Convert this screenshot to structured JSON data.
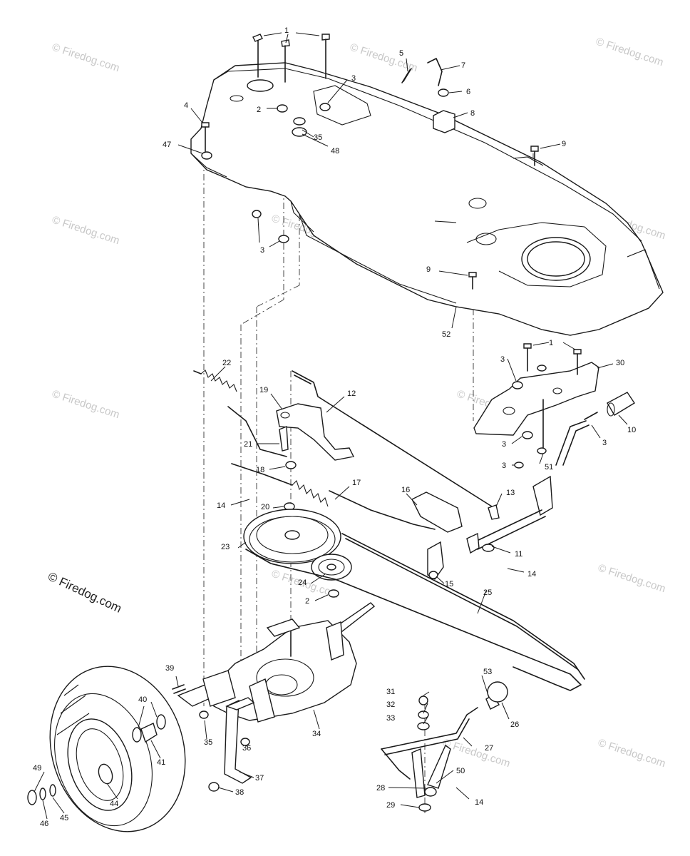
{
  "watermark": "© Firedog.com",
  "copyright": "© Firedog.com",
  "labels": {
    "n1a": "1",
    "n1b": "1",
    "n2a": "2",
    "n2b": "2",
    "n3a": "3",
    "n3b": "3",
    "n3c": "3",
    "n3d": "3",
    "n3e": "3",
    "n4": "4",
    "n5": "5",
    "n6": "6",
    "n7": "7",
    "n8": "8",
    "n9a": "9",
    "n9b": "9",
    "n10": "10",
    "n11": "11",
    "n12": "12",
    "n13": "13",
    "n14a": "14",
    "n14b": "14",
    "n14c": "14",
    "n15": "15",
    "n16": "16",
    "n17": "17",
    "n18": "18",
    "n19": "19",
    "n20": "20",
    "n21": "21",
    "n22": "22",
    "n23": "23",
    "n24": "24",
    "n25": "25",
    "n26": "26",
    "n27": "27",
    "n28": "28",
    "n29": "29",
    "n30": "30",
    "n31": "31",
    "n32": "32",
    "n33": "33",
    "n34": "34",
    "n35a": "35",
    "n35b": "35",
    "n36": "36",
    "n37": "37",
    "n38": "38",
    "n39": "39",
    "n40": "40",
    "n41": "41",
    "n44": "44",
    "n45": "45",
    "n46": "46",
    "n47": "47",
    "n48": "48",
    "n49": "49",
    "n50": "50",
    "n51": "51",
    "n52": "52",
    "n53": "53"
  }
}
